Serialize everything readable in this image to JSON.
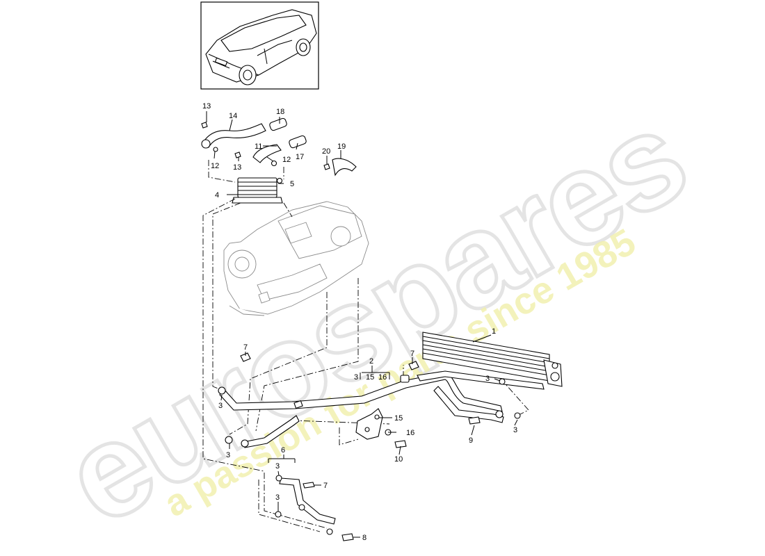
{
  "watermark": {
    "brand": "eurospares",
    "tagline": "a passion for parts since 1985",
    "brand_color": "#e6e6e6",
    "tagline_color": "#f4f2b8"
  },
  "callouts": {
    "c1": "1",
    "c2": "2",
    "c3a": "3",
    "c15a": "15",
    "c16a": "16",
    "c3b": "3",
    "c3c": "3",
    "c3d": "3",
    "c3e": "3",
    "c3f": "3",
    "c3g": "3",
    "c4": "4",
    "c5": "5",
    "c6": "6",
    "c7a": "7",
    "c7b": "7",
    "c7c": "7",
    "c8": "8",
    "c9": "9",
    "c10": "10",
    "c11": "11",
    "c12a": "12",
    "c12b": "12",
    "c13a": "13",
    "c13b": "13",
    "c14": "14",
    "c15b": "15",
    "c16b": "16",
    "c17": "17",
    "c18": "18",
    "c19": "19",
    "c20": "20"
  },
  "icons": [
    "vehicle-thumbnail-icon"
  ]
}
